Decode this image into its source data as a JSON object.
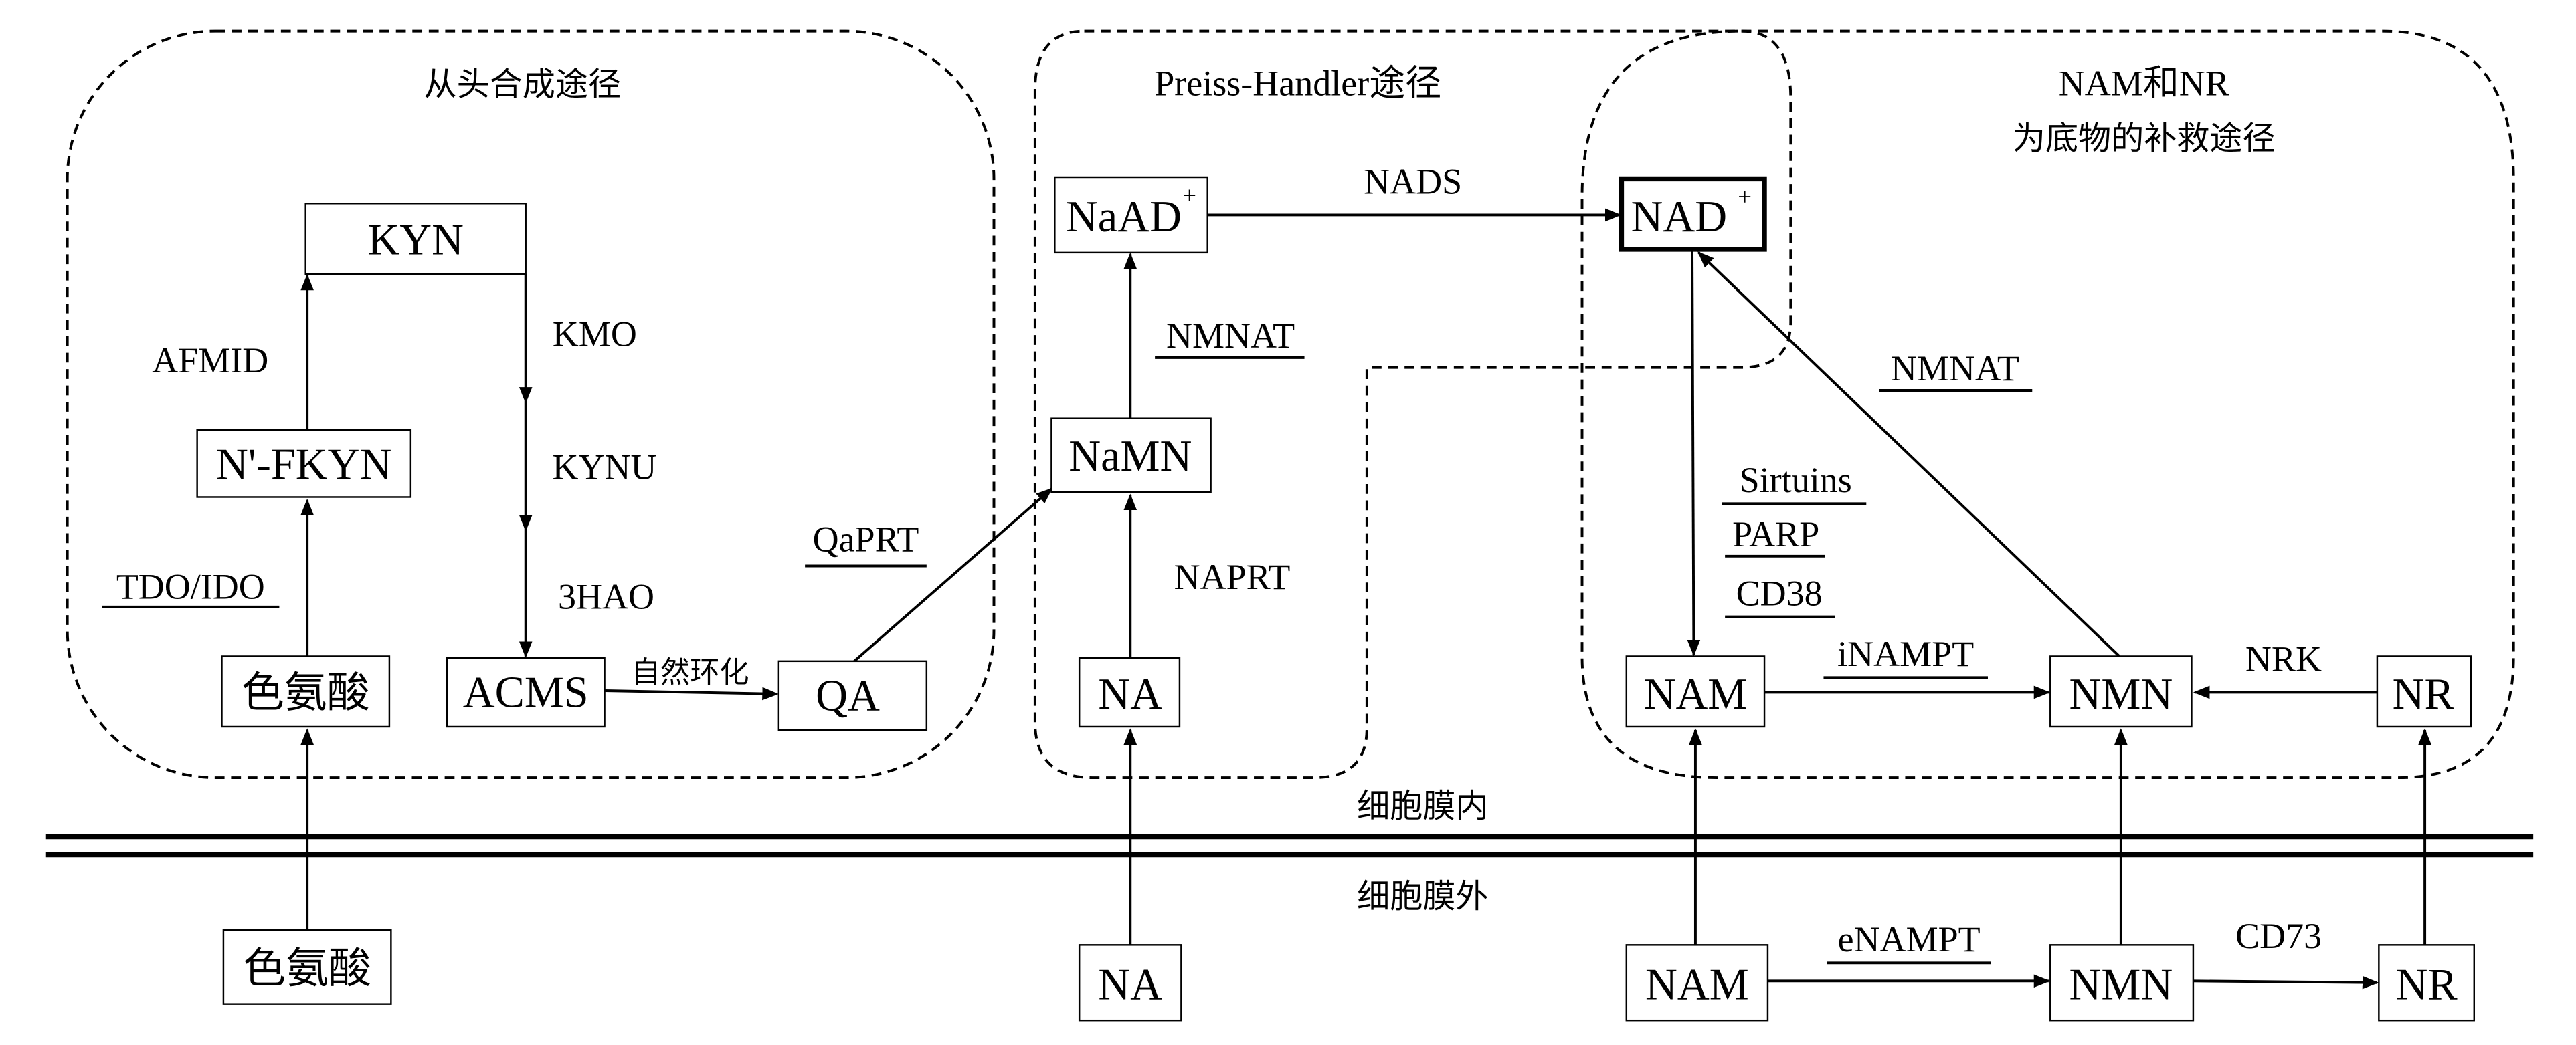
{
  "regions": {
    "de_novo": "从头合成途径",
    "preiss_handler": "Preiss-Handler途径",
    "salvage_line1": "NAM和NR",
    "salvage_line2": "为底物的补救途径"
  },
  "membrane": {
    "inside": "细胞膜内",
    "outside": "细胞膜外"
  },
  "nodes": {
    "kyn": "KYN",
    "nfkyn": "N'-FKYN",
    "trp_in": "色氨酸",
    "acms": "ACMS",
    "qa": "QA",
    "naad": "NaAD",
    "naad_sup": "+",
    "namn": "NaMN",
    "na_in": "NA",
    "nad": "NAD",
    "nad_sup": "+",
    "nam_in": "NAM",
    "nmn_in": "NMN",
    "nr_in": "NR",
    "trp_out": "色氨酸",
    "na_out": "NA",
    "nam_out": "NAM",
    "nmn_out": "NMN",
    "nr_out": "NR"
  },
  "enzymes": {
    "afmid": "AFMID",
    "tdo_ido": "TDO/IDO",
    "kmo": "KMO",
    "kynu": "KYNU",
    "hao": "3HAO",
    "cyclization": "自然环化",
    "qaprt": "QaPRT",
    "nads": "NADS",
    "nmnat_ph": "NMNAT",
    "naprt": "NAPRT",
    "nmnat_salvage": "NMNAT",
    "sirtuins": "Sirtuins",
    "parp": "PARP",
    "cd38": "CD38",
    "inampt": "iNAMPT",
    "nrk": "NRK",
    "enampt": "eNAMPT",
    "cd73": "CD73"
  }
}
